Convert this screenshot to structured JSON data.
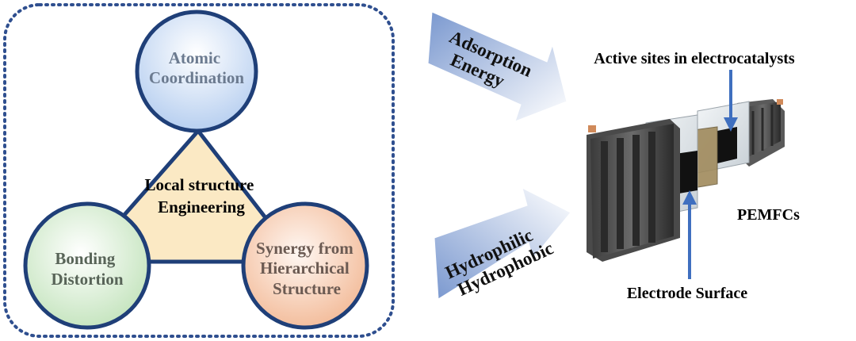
{
  "left_panel": {
    "center_label": [
      "Local structure",
      "Engineering"
    ],
    "circles": {
      "top": [
        "Atomic",
        "Coordination"
      ],
      "left": [
        "Bonding",
        "Distortion"
      ],
      "right": [
        "Synergy from",
        "Hierarchical",
        "Structure"
      ]
    }
  },
  "arrows": {
    "upper": [
      "Adsorption",
      "Energy"
    ],
    "lower": [
      "Hydrophilic",
      "Hydrophobic"
    ]
  },
  "fuel_cell": {
    "top_label": "Active sites in electrocatalysts",
    "side_label": "PEMFCs",
    "bottom_label": "Electrode Surface"
  },
  "colors": {
    "border": "#2f4f8f",
    "triangle_fill": "#fbe9c4",
    "circle_top": "#cfe0f5",
    "circle_left": "#d6ecd0",
    "circle_right": "#f6cdb6",
    "circle_text_top": "#6b7a8f",
    "circle_text_left": "#586458",
    "circle_text_right": "#6b5a52",
    "arrow": "#8aa3d2",
    "pointer": "#3f6fbf"
  }
}
